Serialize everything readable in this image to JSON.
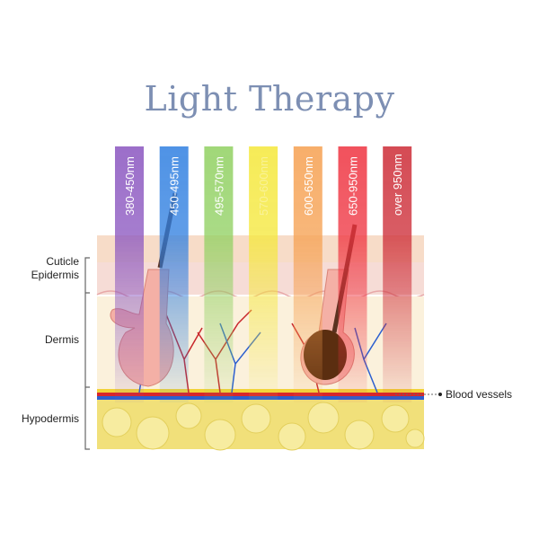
{
  "title": "Light Therapy",
  "wavelengths": [
    {
      "label": "380-450nm",
      "color": "#8a55c0"
    },
    {
      "label": "450-495nm",
      "color": "#2f7fe0"
    },
    {
      "label": "495-570nm",
      "color": "#8fd060"
    },
    {
      "label": "570-600nm",
      "color": "#f5e83a"
    },
    {
      "label": "600-650nm",
      "color": "#f6a050"
    },
    {
      "label": "650-950nm",
      "color": "#ee3340"
    },
    {
      "label": "over 950nm",
      "color": "#cc2a35"
    }
  ],
  "layers": {
    "cuticle": "Cuticle",
    "epidermis": "Epidermis",
    "dermis": "Dermis",
    "hypodermis": "Hypodermis"
  },
  "blood_vessels": "Blood vessels"
}
